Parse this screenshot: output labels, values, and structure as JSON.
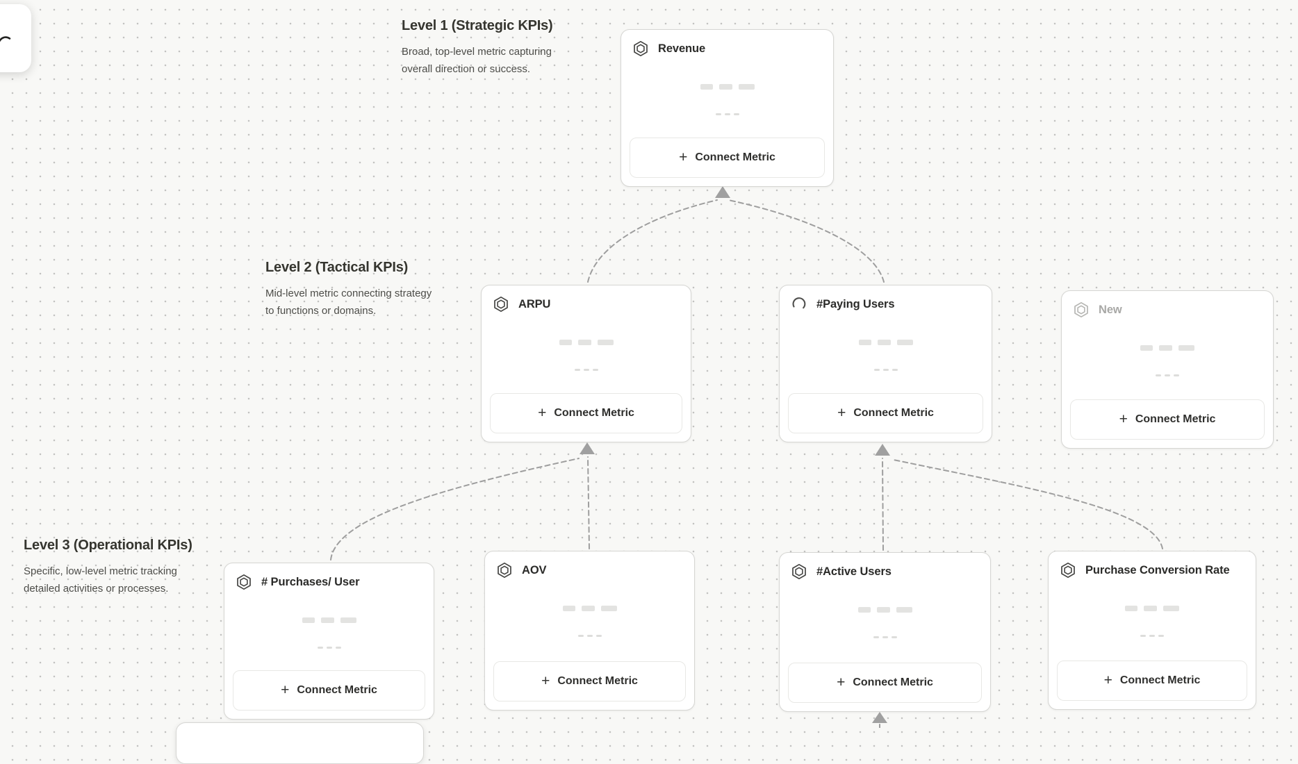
{
  "app": {
    "canvas_background": "#f8f8f6",
    "dot_color": "#c2c2c0",
    "connector_color": "#9e9e9e",
    "card_border": "#d6d6d3",
    "title_color": "#2b2b29",
    "muted_title_color": "#a8a8a6"
  },
  "toolbar": {
    "tool_icon": "pen-cursor-icon"
  },
  "levels": [
    {
      "title": "Level 1 (Strategic KPIs)",
      "description": "Broad, top-level metric capturing overall direction or success."
    },
    {
      "title": "Level 2 (Tactical KPIs)",
      "description": "Mid-level metric connecting strategy to functions or domains."
    },
    {
      "title": "Level 3 (Operational KPIs)",
      "description": "Specific, low-level metric tracking detailed activities or processes."
    }
  ],
  "cards": [
    {
      "title": "Revenue",
      "icon": "hexagon-icon",
      "state": "default",
      "plus": "+",
      "button_label": "Connect Metric"
    },
    {
      "title": "ARPU",
      "icon": "hexagon-icon",
      "state": "default",
      "plus": "+",
      "button_label": "Connect Metric"
    },
    {
      "title": "#Paying Users",
      "icon": "spinner-icon",
      "state": "loading",
      "plus": "+",
      "button_label": "Connect Metric"
    },
    {
      "title": "New",
      "icon": "hexagon-icon",
      "state": "new-unsaved",
      "plus": "+",
      "button_label": "Connect Metric"
    },
    {
      "title": "# Purchases/ User",
      "icon": "hexagon-icon",
      "state": "default",
      "plus": "+",
      "button_label": "Connect Metric"
    },
    {
      "title": "AOV",
      "icon": "hexagon-icon",
      "state": "default",
      "plus": "+",
      "button_label": "Connect Metric"
    },
    {
      "title": "#Active Users",
      "icon": "hexagon-icon",
      "state": "default",
      "plus": "+",
      "button_label": "Connect Metric"
    },
    {
      "title": "Purchase Conversion Rate",
      "icon": "hexagon-icon",
      "state": "default",
      "plus": "+",
      "button_label": "Connect Metric"
    }
  ],
  "connections": [
    {
      "from": "ARPU",
      "to": "Revenue"
    },
    {
      "from": "#Paying Users",
      "to": "Revenue"
    },
    {
      "from": "# Purchases/ User",
      "to": "ARPU"
    },
    {
      "from": "AOV",
      "to": "ARPU"
    },
    {
      "from": "#Active Users",
      "to": "#Paying Users"
    },
    {
      "from": "Purchase Conversion Rate",
      "to": "#Paying Users"
    },
    {
      "from": "offscreen-card-bottom",
      "to": "#Active Users"
    }
  ]
}
